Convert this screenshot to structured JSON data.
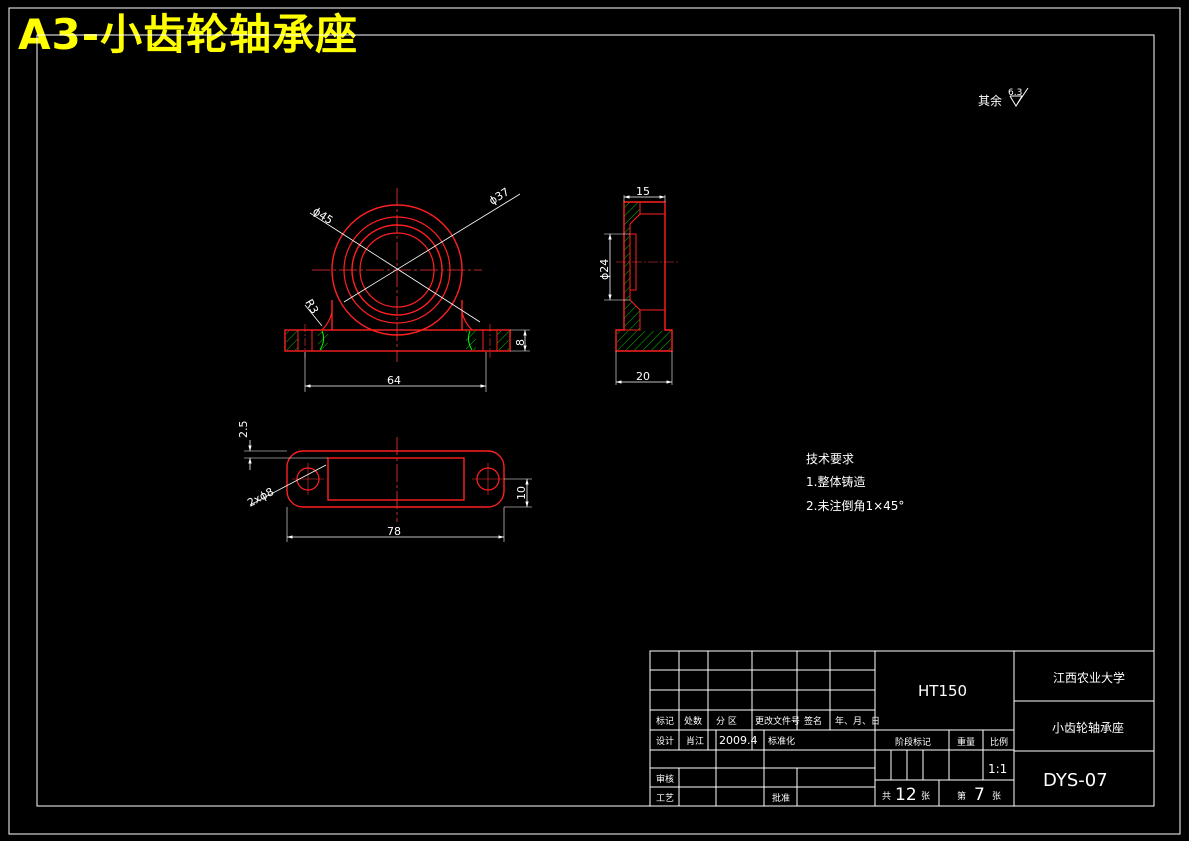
{
  "title": "A3-小齿轮轴承座",
  "surface_note": {
    "label": "其余",
    "roughness": "6.3"
  },
  "dimensions": {
    "front_dia_outer": "ϕ45",
    "front_dia_inner": "ϕ37",
    "front_radius": "R3",
    "front_base_height": "8",
    "front_width": "64",
    "side_width_top": "15",
    "side_bore": "ϕ24",
    "side_width_bottom": "20",
    "top_small": "2.5",
    "top_holes": "2xϕ8",
    "top_height": "10",
    "top_length": "78"
  },
  "tech_requirements": {
    "heading": "技术要求",
    "items": [
      "1.整体铸造",
      "2.未注倒角1×45°"
    ]
  },
  "title_block": {
    "material": "HT150",
    "school": "江西农业大学",
    "part_name": "小齿轮轴承座",
    "drawing_no": "DYS-07",
    "headers": [
      "标记",
      "处数",
      "分  区",
      "更改文件号",
      "签名",
      "年、月、日"
    ],
    "design_label": "设计",
    "designer": "肖江",
    "date": "2009.4",
    "std_label": "标准化",
    "review_label": "审核",
    "process_label": "工艺",
    "approve_label": "批准",
    "stage_label": "阶段标记",
    "weight_label": "重量",
    "scale_label": "比例",
    "scale": "1:1",
    "total_prefix": "共",
    "total_sheets": "12",
    "sheet_unit": "张",
    "sheet_prefix": "第",
    "sheet_no": "7"
  }
}
